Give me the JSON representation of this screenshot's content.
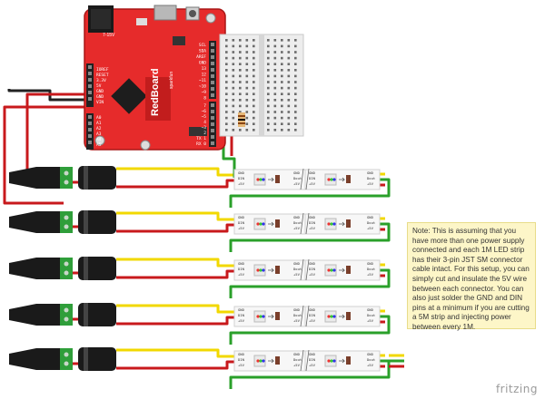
{
  "board": {
    "brand": "sparkfun",
    "name": "RedBoard",
    "voltage_label": "7-15V",
    "power_pins": [
      "IOREF",
      "RESET",
      "3.3V",
      "5V",
      "GND",
      "GND",
      "VIN"
    ],
    "analog_pins": [
      "A0",
      "A1",
      "A2",
      "A3",
      "A4",
      "A5"
    ],
    "digital_pins_top": [
      "SCL",
      "SDA",
      "AREF",
      "GND",
      "13",
      "12",
      "~11",
      "~10",
      "~9",
      "8"
    ],
    "digital_pins_bottom": [
      "7",
      "~6",
      "~5",
      "4",
      "~3",
      "2",
      "TX 1",
      "RX 0"
    ]
  },
  "led_strip": {
    "pads_left": [
      "GND",
      "DIN",
      "+5V"
    ],
    "pads_right": [
      "GND",
      "Dout",
      "+5V"
    ],
    "count": 5
  },
  "note": {
    "text": "Note: This is assuming that you have more than one power supply connected and each 1M LED strip has their 3-pin JST SM connector cable intact. For this setup, you can simply cut and insulate the 5V wire between each connector. You can also just solder the GND and DIN pins at a minimum if you are cutting a 5M strip and injecting power between every 1M."
  },
  "watermark": "fritzing",
  "colors": {
    "board": "#e62b2b",
    "wire_red": "#c8191c",
    "wire_yellow": "#f2d800",
    "wire_green": "#2aa02a",
    "wire_blue": "#2b66c9",
    "wire_black": "#222222",
    "capacitor": "#1a1a1a",
    "jack_green": "#2f9e3a"
  }
}
